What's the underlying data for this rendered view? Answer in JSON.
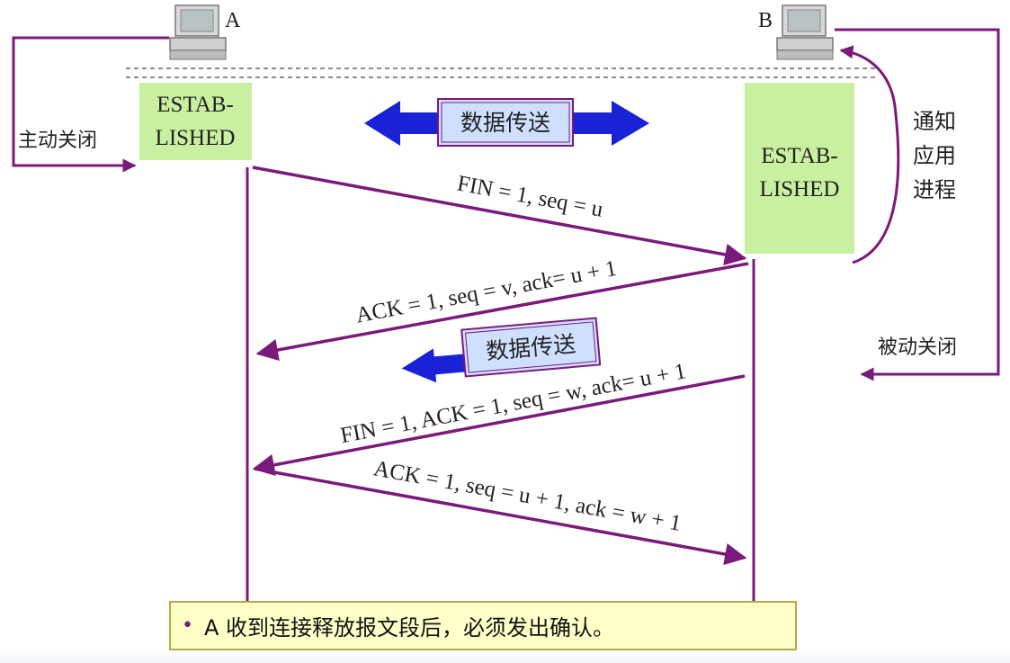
{
  "hosts": {
    "a_label": "A",
    "b_label": "B"
  },
  "states": {
    "a_state_line1": "ESTAB-",
    "a_state_line2": "LISHED",
    "b_state_line1": "ESTAB-",
    "b_state_line2": "LISHED"
  },
  "side_labels": {
    "active_close": "主动关闭",
    "notify_line1": "通知",
    "notify_line2": "应用",
    "notify_line3": "进程",
    "passive_close": "被动关闭"
  },
  "data_transfer": {
    "top": "数据传送",
    "middle": "数据传送"
  },
  "messages": {
    "m1": "FIN = 1, seq = u",
    "m2": "ACK = 1, seq = v, ack= u + 1",
    "m3": "FIN = 1, ACK = 1, seq = w, ack= u + 1",
    "m4": "ACK = 1, seq = u + 1, ack = w + 1"
  },
  "note": {
    "bullet": "•",
    "text": "A 收到连接释放报文段后，必须发出确认。"
  },
  "colors": {
    "arrow": "#7a1a7a",
    "state_box": "#c8f0a0",
    "blue_arrow": "#1a22d6",
    "label_box": "#cfe0ff",
    "note_bg": "#ffffc8"
  }
}
